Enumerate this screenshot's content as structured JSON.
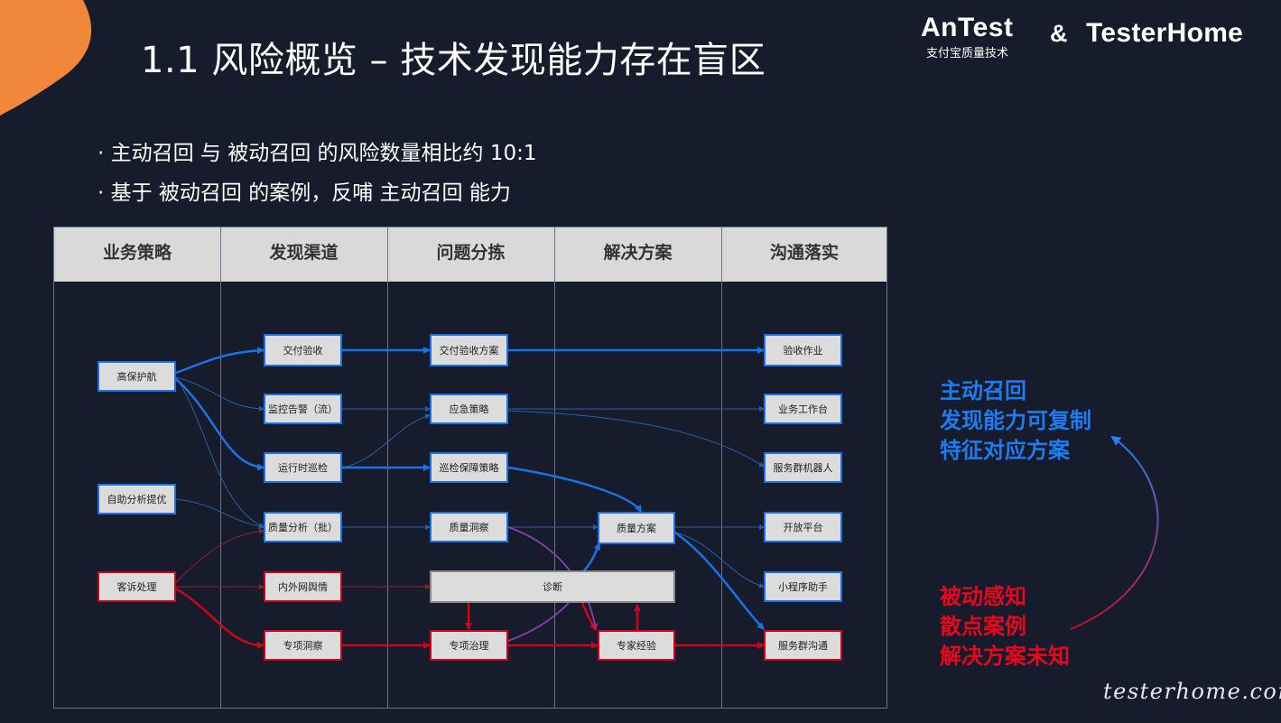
{
  "header": {
    "title": "1.1 风险概览 – 技术发现能力存在盲区",
    "brand_antest": "AnTest",
    "brand_sub": "支付宝质量技术",
    "brand_amp": "&",
    "brand_testerhome": "TesterHome"
  },
  "bullets": [
    "· 主动召回 与 被动召回 的风险数量相比约 10:1",
    "· 基于 被动召回 的案例，反哺 主动召回 能力"
  ],
  "columns": [
    "业务策略",
    "发现渠道",
    "问题分拣",
    "解决方案",
    "沟通落实"
  ],
  "nodes": {
    "gaobao": "高保护航",
    "zizhu": "自助分析提优",
    "kesu": "客诉处理",
    "jiaofu": "交付验收",
    "jiankong": "监控告警（流）",
    "yunxing": "运行时巡检",
    "zhiliang_fx": "质量分析（批）",
    "neiwai": "内外网舆情",
    "zhuanxiang_dc": "专项洞察",
    "jiaofu_fa": "交付验收方案",
    "yingji": "应急策略",
    "xunjian": "巡检保障策略",
    "zhiliang_dc": "质量洞察",
    "zhenduan": "诊断",
    "zhuanxiang_zl": "专项治理",
    "zhiliang_fa": "质量方案",
    "zhuanjia": "专家经验",
    "yanshou": "验收作业",
    "yewu": "业务工作台",
    "fuwuqun_jqr": "服务群机器人",
    "kaifang": "开放平台",
    "xiaochengxu": "小程序助手",
    "fuwuqun_gt": "服务群沟通"
  },
  "side_notes": {
    "active": [
      "主动召回",
      "发现能力可复制",
      "特征对应方案"
    ],
    "passive": [
      "被动感知",
      "散点案例",
      "解决方案未知"
    ]
  },
  "watermark": "testerhome.com",
  "colors": {
    "background": "#161c2b",
    "accent_orange": "#f0873a",
    "blue": "#1b72e8",
    "red": "#d0021b",
    "header_gray": "#d9d9d9"
  }
}
